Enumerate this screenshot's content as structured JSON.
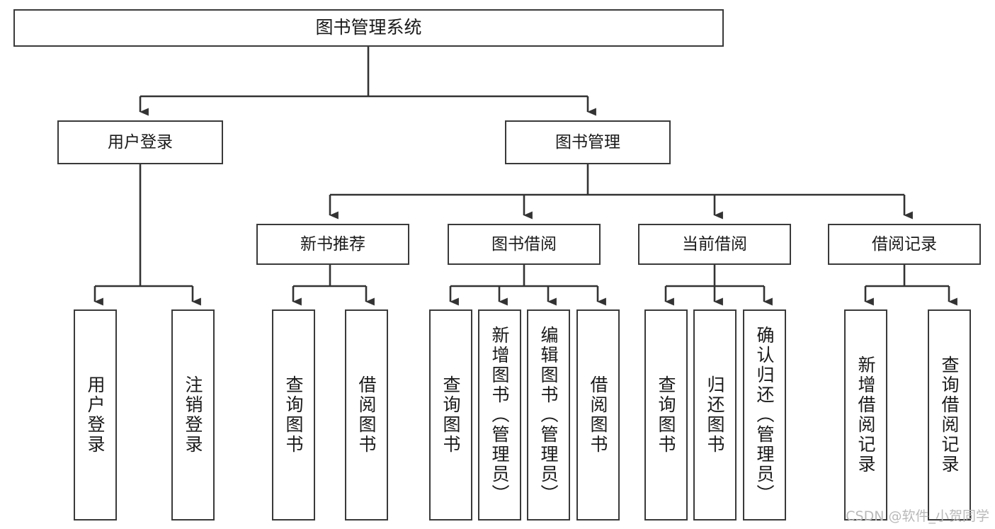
{
  "diagram": {
    "title": "图书管理系统",
    "type": "tree",
    "watermark": "CSDN @软件_小贺同学",
    "colors": {
      "box_border": "#3a3a3a",
      "box_fill": "#ffffff",
      "edge": "#333333",
      "text": "#1a1a1a",
      "watermark": "#b9b9b9",
      "background": "#ffffff"
    },
    "nodes": {
      "root": {
        "label": "图书管理系统"
      },
      "level2": [
        {
          "label": "用户登录"
        },
        {
          "label": "图书管理"
        }
      ],
      "level3": [
        {
          "label": "新书推荐"
        },
        {
          "label": "图书借阅"
        },
        {
          "label": "当前借阅"
        },
        {
          "label": "借阅记录"
        }
      ],
      "leaves": {
        "user_login": [
          {
            "label": "用户登录"
          },
          {
            "label": "注销登录"
          }
        ],
        "new_book_recommend": [
          {
            "label": "查询图书"
          },
          {
            "label": "借阅图书"
          }
        ],
        "book_borrow": [
          {
            "label": "查询图书"
          },
          {
            "label": "新增图书（管理员）"
          },
          {
            "label": "编辑图书（管理员）"
          },
          {
            "label": "借阅图书"
          }
        ],
        "current_borrow": [
          {
            "label": "查询图书"
          },
          {
            "label": "归还图书"
          },
          {
            "label": "确认归还（管理员）"
          }
        ],
        "borrow_record": [
          {
            "label": "新增借阅记录"
          },
          {
            "label": "查询借阅记录"
          }
        ]
      }
    }
  }
}
